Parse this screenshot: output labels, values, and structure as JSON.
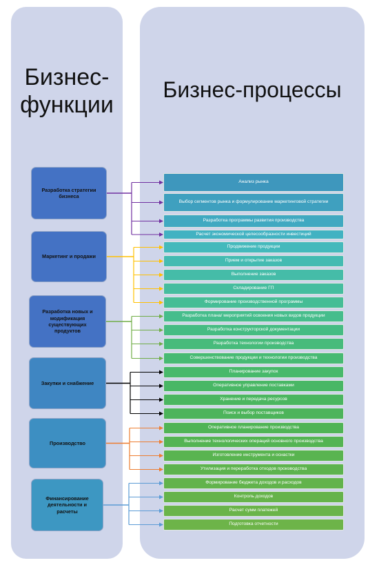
{
  "headings": {
    "functions": "Бизнес-функции",
    "processes": "Бизнес-процессы"
  },
  "colors": {
    "panel_background": "#cfd5ea",
    "function_blue": "#4472c4",
    "function_teal": "#3d8fc2",
    "arrow_purple": "#7030a0",
    "arrow_gold": "#ffc000",
    "arrow_green": "#70ad47",
    "arrow_black": "#000000",
    "arrow_orange": "#ed7d31",
    "arrow_blue": "#5b9bd5"
  },
  "functions": [
    {
      "label": "Разработка стратегии бизнеса",
      "fill": "#4472c4",
      "arrow_color": "#7030a0",
      "processes": [
        {
          "label": "Анализ рынка",
          "fill": "#3e97bd"
        },
        {
          "label": "Выбор сегментов рынка и формулирование маркетинговой стратегии",
          "fill": "#3fa0bf"
        },
        {
          "label": "Разработка программы развития производства",
          "fill": "#40a9c1"
        },
        {
          "label": "Расчет экономической целесообразности инвестиций",
          "fill": "#42b2c2"
        }
      ]
    },
    {
      "label": "Маркетинг и продажи",
      "fill": "#4472c4",
      "arrow_color": "#ffc000",
      "processes": [
        {
          "label": "Продвижение продукции",
          "fill": "#44b9bc"
        },
        {
          "label": "Прием и открытие заказов",
          "fill": "#44bbb2"
        },
        {
          "label": "Выполнение заказов",
          "fill": "#45bca8"
        },
        {
          "label": "Складирование ГП",
          "fill": "#45bd9f"
        },
        {
          "label": "Формирование производственной программы",
          "fill": "#46bd96"
        }
      ]
    },
    {
      "label": "Разработка новых и модификация существующих продуктов",
      "fill": "#4472c4",
      "arrow_color": "#70ad47",
      "processes": [
        {
          "label": "Разработка плана/ мероприятий освоения новых видов продукции",
          "fill": "#46bd8c"
        },
        {
          "label": "Разработка конструкторской документации",
          "fill": "#46bc83"
        },
        {
          "label": "Разработка технологии производства",
          "fill": "#47bb7b"
        },
        {
          "label": "Совершенствование продукции и технологии производства",
          "fill": "#47ba73"
        }
      ]
    },
    {
      "label": "Закупки и снабжение",
      "fill": "#3f86c2",
      "arrow_color": "#000000",
      "processes": [
        {
          "label": "Планирование закупок",
          "fill": "#48b96b"
        },
        {
          "label": "Оперативное управление поставками",
          "fill": "#49b765"
        },
        {
          "label": "Хранение и передача ресурсов",
          "fill": "#4bb660"
        },
        {
          "label": "Поиск и выбор поставщиков",
          "fill": "#4db45b"
        }
      ]
    },
    {
      "label": "Производство",
      "fill": "#3d8fc2",
      "arrow_color": "#ed7d31",
      "processes": [
        {
          "label": "Оперативное планирование производства",
          "fill": "#50b456"
        },
        {
          "label": "Выполнение технологических операций основного производства",
          "fill": "#54b453"
        },
        {
          "label": "Изготовление инструмента и оснастки",
          "fill": "#59b450"
        },
        {
          "label": "Утилизация и переработка отходов производства",
          "fill": "#5db34e"
        }
      ]
    },
    {
      "label": "Финансирование деятельности и расчеты",
      "fill": "#3d97c2",
      "arrow_color": "#5b9bd5",
      "processes": [
        {
          "label": "Формирование бюджета доходов и расходов",
          "fill": "#62b34c"
        },
        {
          "label": "Контроль доходов",
          "fill": "#66b34b"
        },
        {
          "label": "Расчет сумм платежей",
          "fill": "#6ab44a"
        },
        {
          "label": "Подготовка отчетности",
          "fill": "#6db449"
        }
      ]
    }
  ]
}
